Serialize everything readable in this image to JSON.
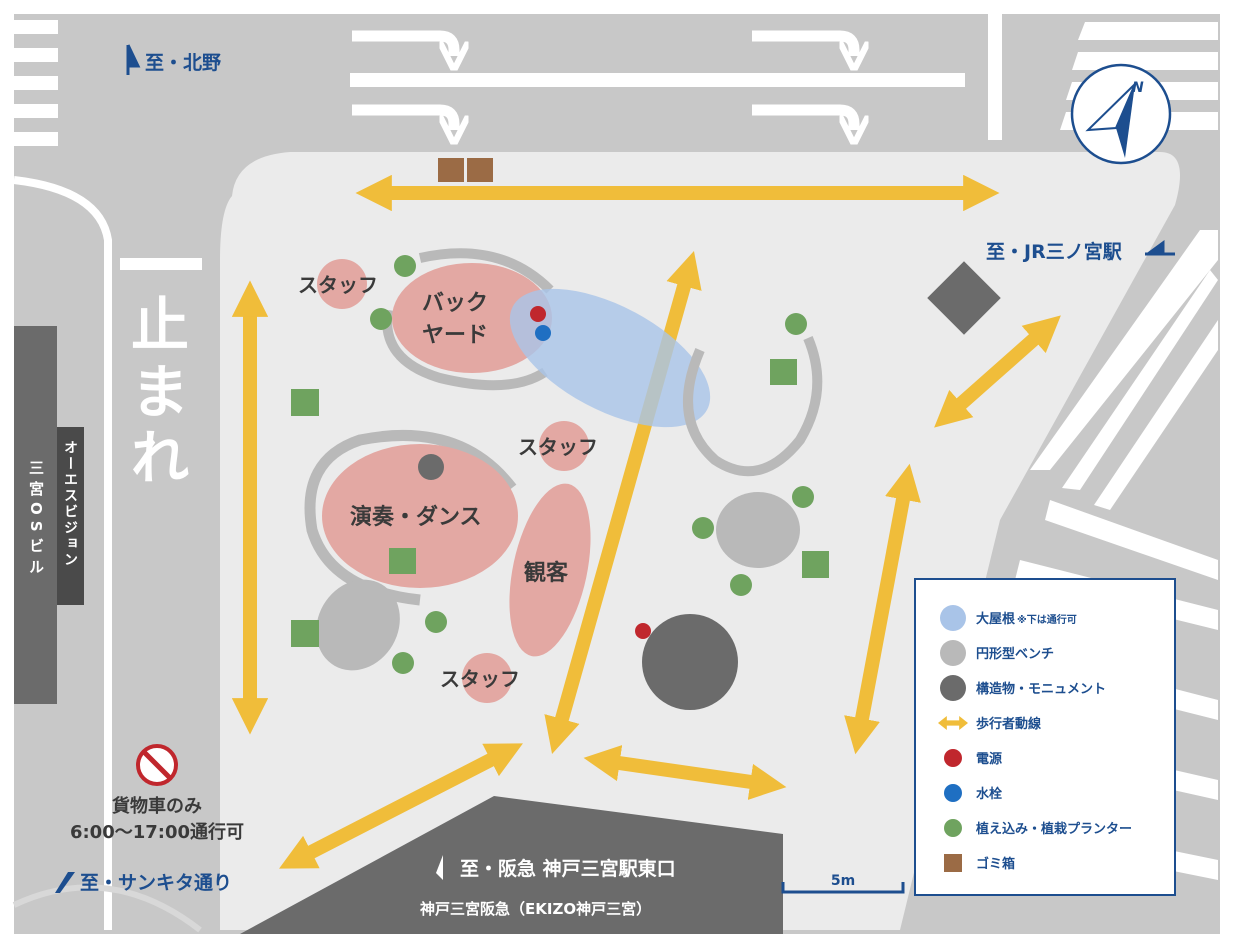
{
  "colors": {
    "road": "#c8c8c8",
    "plaza": "#ebebeb",
    "roof": "#a9c4e8",
    "bench": "#b9b9b9",
    "structure": "#6b6b6b",
    "walkway": "#f0bd3a",
    "power": "#c0272d",
    "hydrant": "#1f6fc2",
    "planter": "#6fa35f",
    "trash": "#9b6b45",
    "stage": "#e3a8a3",
    "brand_blue": "#1d4e8f"
  },
  "directions": {
    "kitano": "至・北野",
    "jr": "至・JR三ノ宮駅",
    "sankita": "至・サンキタ通り",
    "hankyu": "至・阪急 神戸三宮駅東口"
  },
  "stop_marking": [
    "止",
    "ま",
    "れ"
  ],
  "buildings": {
    "os_building": "三宮OSビル",
    "os_vision": "オーエスビジョン",
    "hankyu_building": "神戸三宮阪急（EKIZO神戸三宮）"
  },
  "truck_notice": {
    "line1": "貨物車のみ",
    "line2": "6:00〜17:00通行可",
    "icon": "no-entry-icon"
  },
  "areas": {
    "staff": "スタッフ",
    "backyard_line1": "バック",
    "backyard_line2": "ヤード",
    "performance": "演奏・ダンス",
    "audience": "観客"
  },
  "scale_label": "5m",
  "compass_letter": "N",
  "legend": [
    {
      "key": "roof",
      "label": "大屋根",
      "note": "※下は通行可",
      "symbol": "circle"
    },
    {
      "key": "bench",
      "label": "円形型ベンチ",
      "note": "",
      "symbol": "circle"
    },
    {
      "key": "structure",
      "label": "構造物・モニュメント",
      "note": "",
      "symbol": "circle"
    },
    {
      "key": "walkway",
      "label": "歩行者動線",
      "note": "",
      "symbol": "arrow"
    },
    {
      "key": "power",
      "label": "電源",
      "note": "",
      "symbol": "dot"
    },
    {
      "key": "hydrant",
      "label": "水栓",
      "note": "",
      "symbol": "dot"
    },
    {
      "key": "planter",
      "label": "植え込み・植栽プランター",
      "note": "",
      "symbol": "dot"
    },
    {
      "key": "trash",
      "label": "ゴミ箱",
      "note": "",
      "symbol": "square"
    }
  ]
}
